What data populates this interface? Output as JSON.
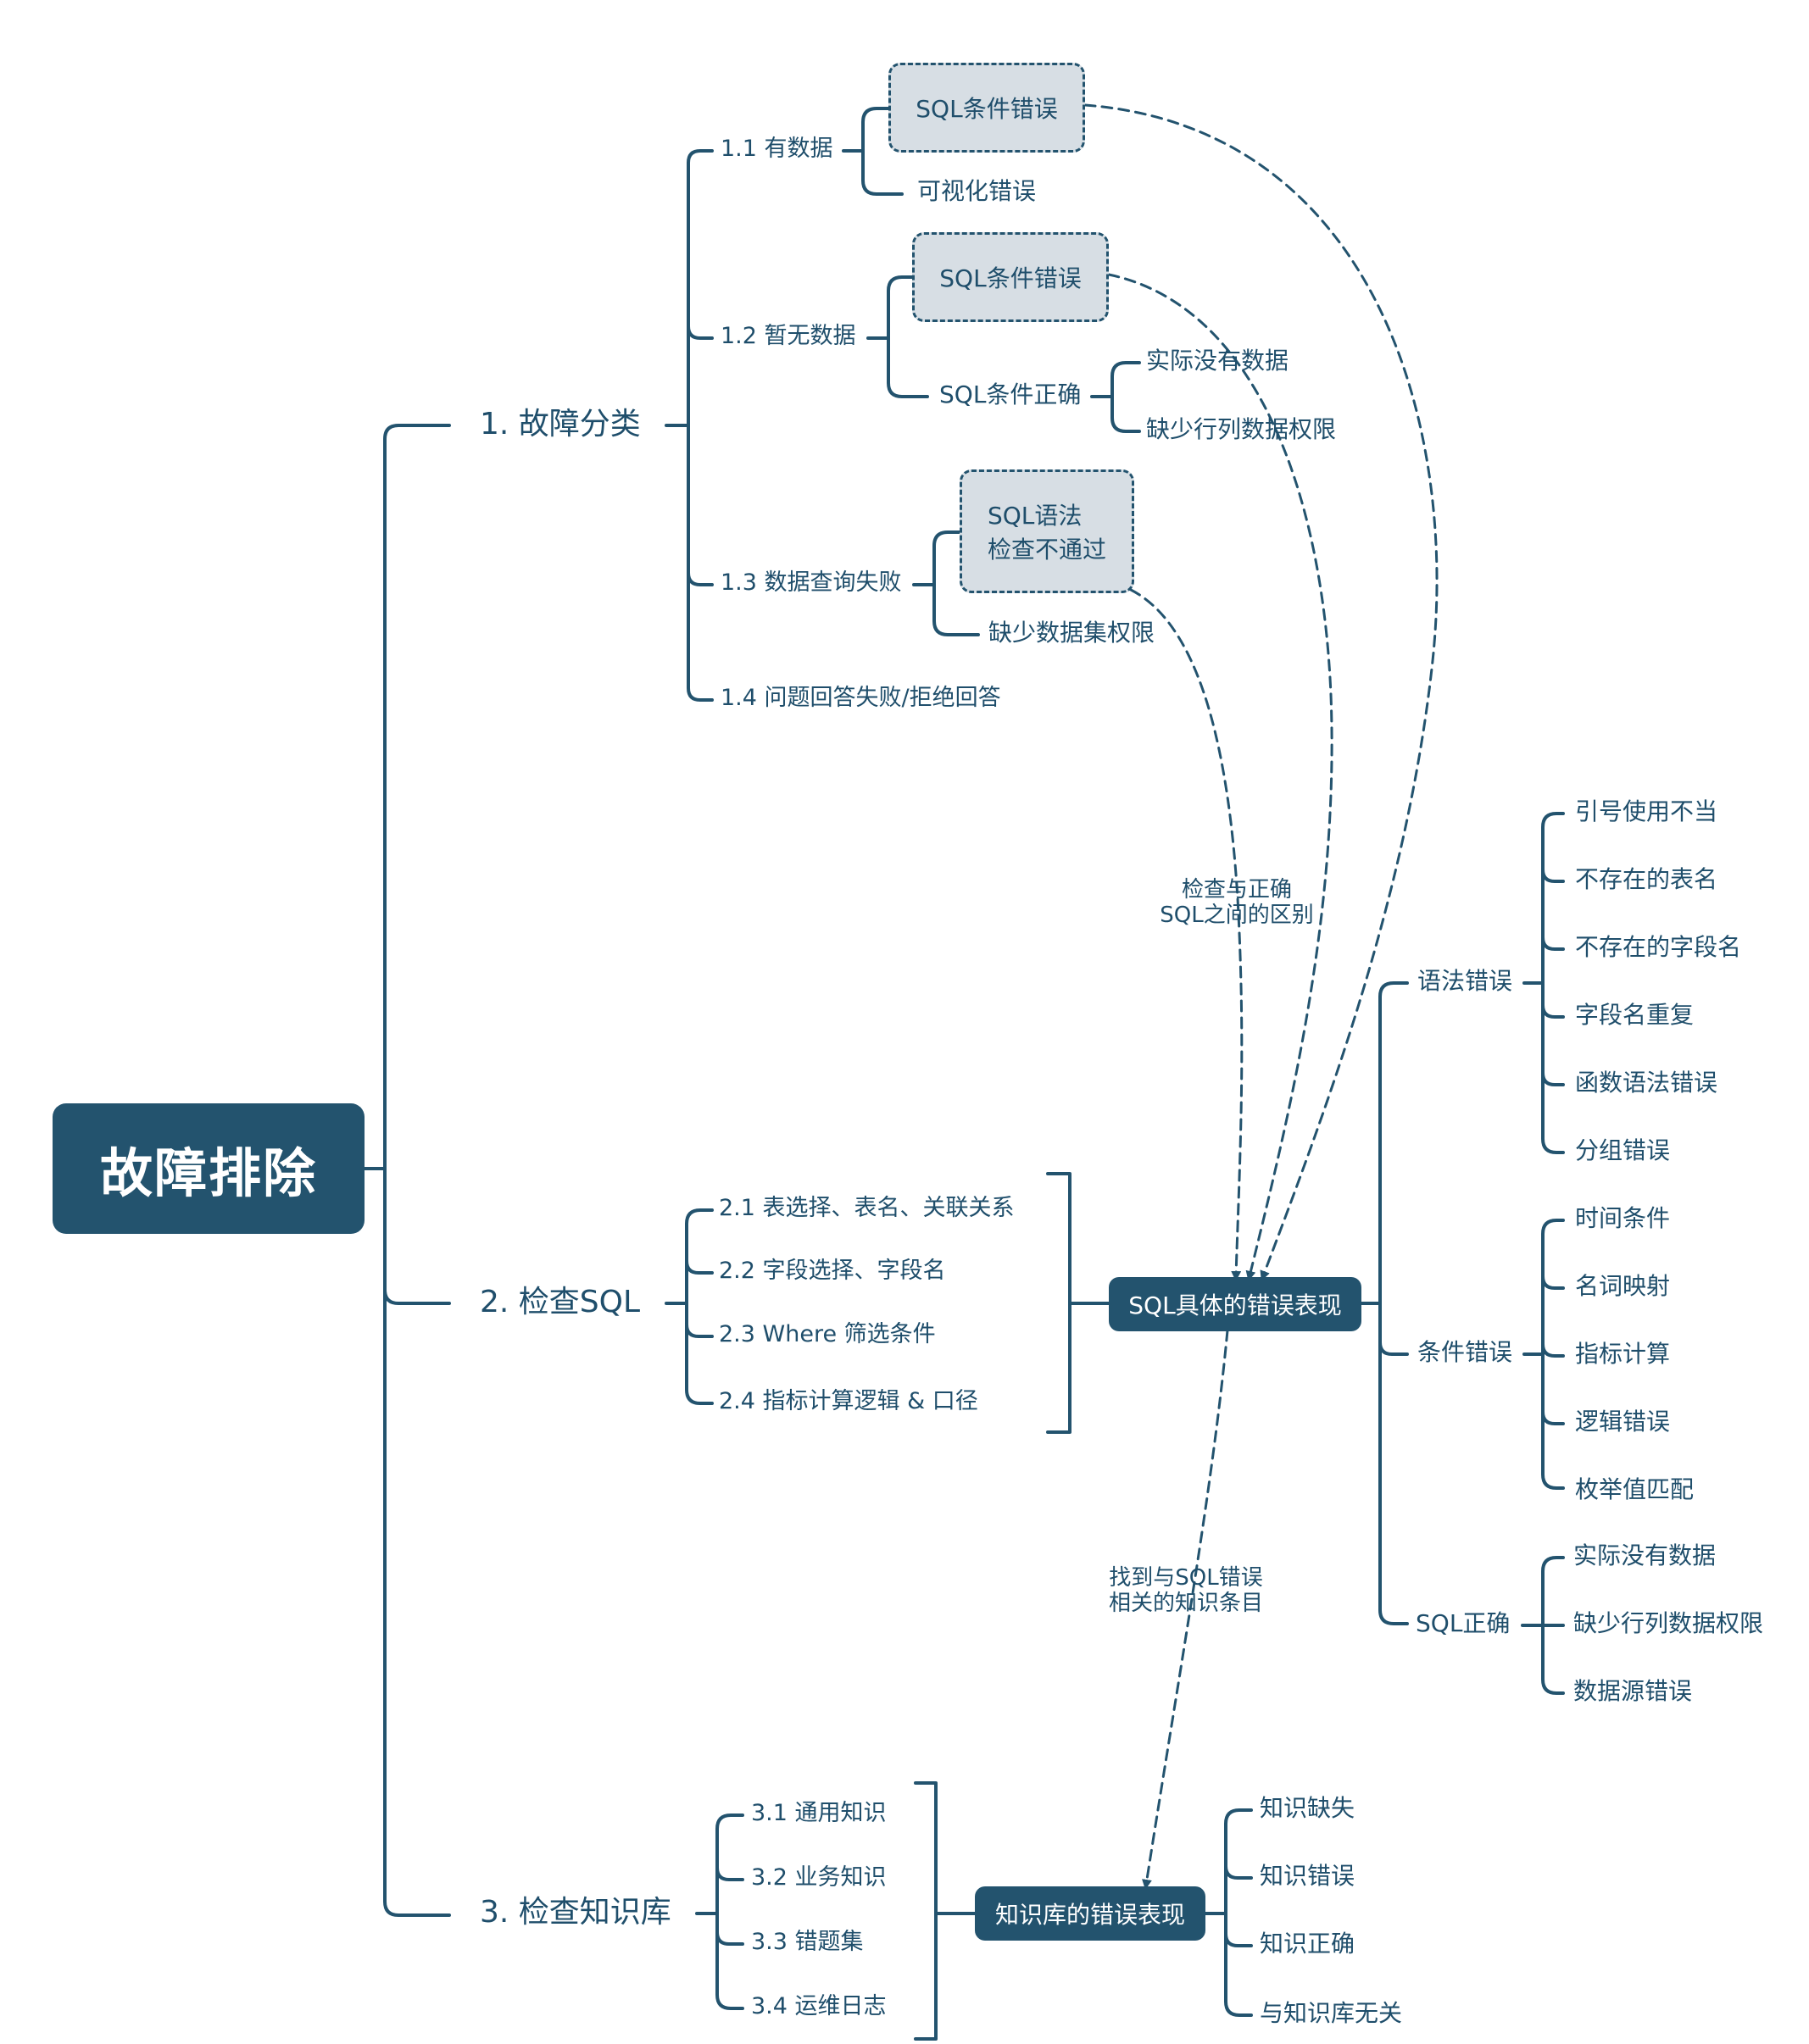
{
  "root": "故障排除",
  "branches": {
    "b1": {
      "label": "1. 故障分类",
      "c11": {
        "label": "1.1 有数据",
        "boxed": "SQL条件错误",
        "other": "可视化错误"
      },
      "c12": {
        "label": "1.2 暂无数据",
        "boxed": "SQL条件错误",
        "correct": "SQL条件正确",
        "correct_children": [
          "实际没有数据",
          "缺少行列数据权限"
        ]
      },
      "c13": {
        "label": "1.3 数据查询失败",
        "boxed_line1": "SQL语法",
        "boxed_line2": "检查不通过",
        "other": "缺少数据集权限"
      },
      "c14": {
        "label": "1.4 问题回答失败/拒绝回答"
      }
    },
    "b2": {
      "label": "2. 检查SQL",
      "items": [
        "2.1 表选择、表名、关联关系",
        "2.2 字段选择、字段名",
        "2.3 Where 筛选条件",
        "2.4 指标计算逻辑 & 口径"
      ],
      "summary": "SQL具体的错误表现",
      "groups": [
        {
          "label": "语法错误",
          "items": [
            "引号使用不当",
            "不存在的表名",
            "不存在的字段名",
            "字段名重复",
            "函数语法错误",
            "分组错误"
          ]
        },
        {
          "label": "条件错误",
          "items": [
            "时间条件",
            "名词映射",
            "指标计算",
            "逻辑错误",
            "枚举值匹配"
          ]
        },
        {
          "label": "SQL正确",
          "items": [
            "实际没有数据",
            "缺少行列数据权限",
            "数据源错误"
          ]
        }
      ]
    },
    "b3": {
      "label": "3. 检查知识库",
      "items": [
        "3.1 通用知识",
        "3.2 业务知识",
        "3.3 错题集",
        "3.4 运维日志"
      ],
      "summary": "知识库的错误表现",
      "results": [
        "知识缺失",
        "知识错误",
        "知识正确",
        "与知识库无关"
      ]
    }
  },
  "notes": {
    "note1_line1": "检查与正确",
    "note1_line2": "SQL之间的区别",
    "note2_line1": "找到与SQL错误",
    "note2_line2": "相关的知识条目"
  },
  "colors": {
    "line": "#23536e",
    "node_fill": "#23536e",
    "dashed_fill": "#d7dee4",
    "text": "#1f4e6b"
  }
}
